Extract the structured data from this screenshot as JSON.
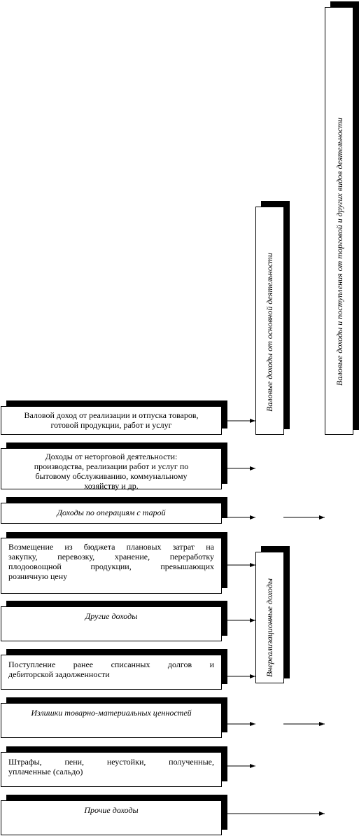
{
  "vertical_boxes": {
    "gross_total": "Валовые доходы и поступления от торговой и других видов деятельности",
    "gross_main": "Валовые доходы от основной деятельности",
    "non_operating": "Внереализационные доходы"
  },
  "items": [
    {
      "line1": "Валовой доход от реализации и отпуска товаров,",
      "line2": "готовой продукции, работ и услуг"
    },
    {
      "line1": "Доходы от неторговой деятельности:",
      "line2": "производства, реализации работ и услуг по",
      "line3": "бытовому обслуживанию, коммунальному",
      "line4": "хозяйству и др."
    },
    {
      "text": "Доходы по операциям с тарой"
    },
    {
      "line1": "Возмещение из бюджета плановых затрат на",
      "line2": "закупку, перевозку, хранение, переработку",
      "line3": "плодоовощной продукции, превышающих",
      "line4": "розничную цену"
    },
    {
      "text": "Другие доходы"
    },
    {
      "line1": "Поступление ранее списанных долгов и",
      "line2": "дебиторской задолженности"
    },
    {
      "text": "Излишки товарно-материальных ценностей"
    },
    {
      "line1": "Штрафы, пени, неустойки, полученные,",
      "line2": "уплаченные (сальдо)"
    },
    {
      "text": "Прочие доходы"
    }
  ]
}
